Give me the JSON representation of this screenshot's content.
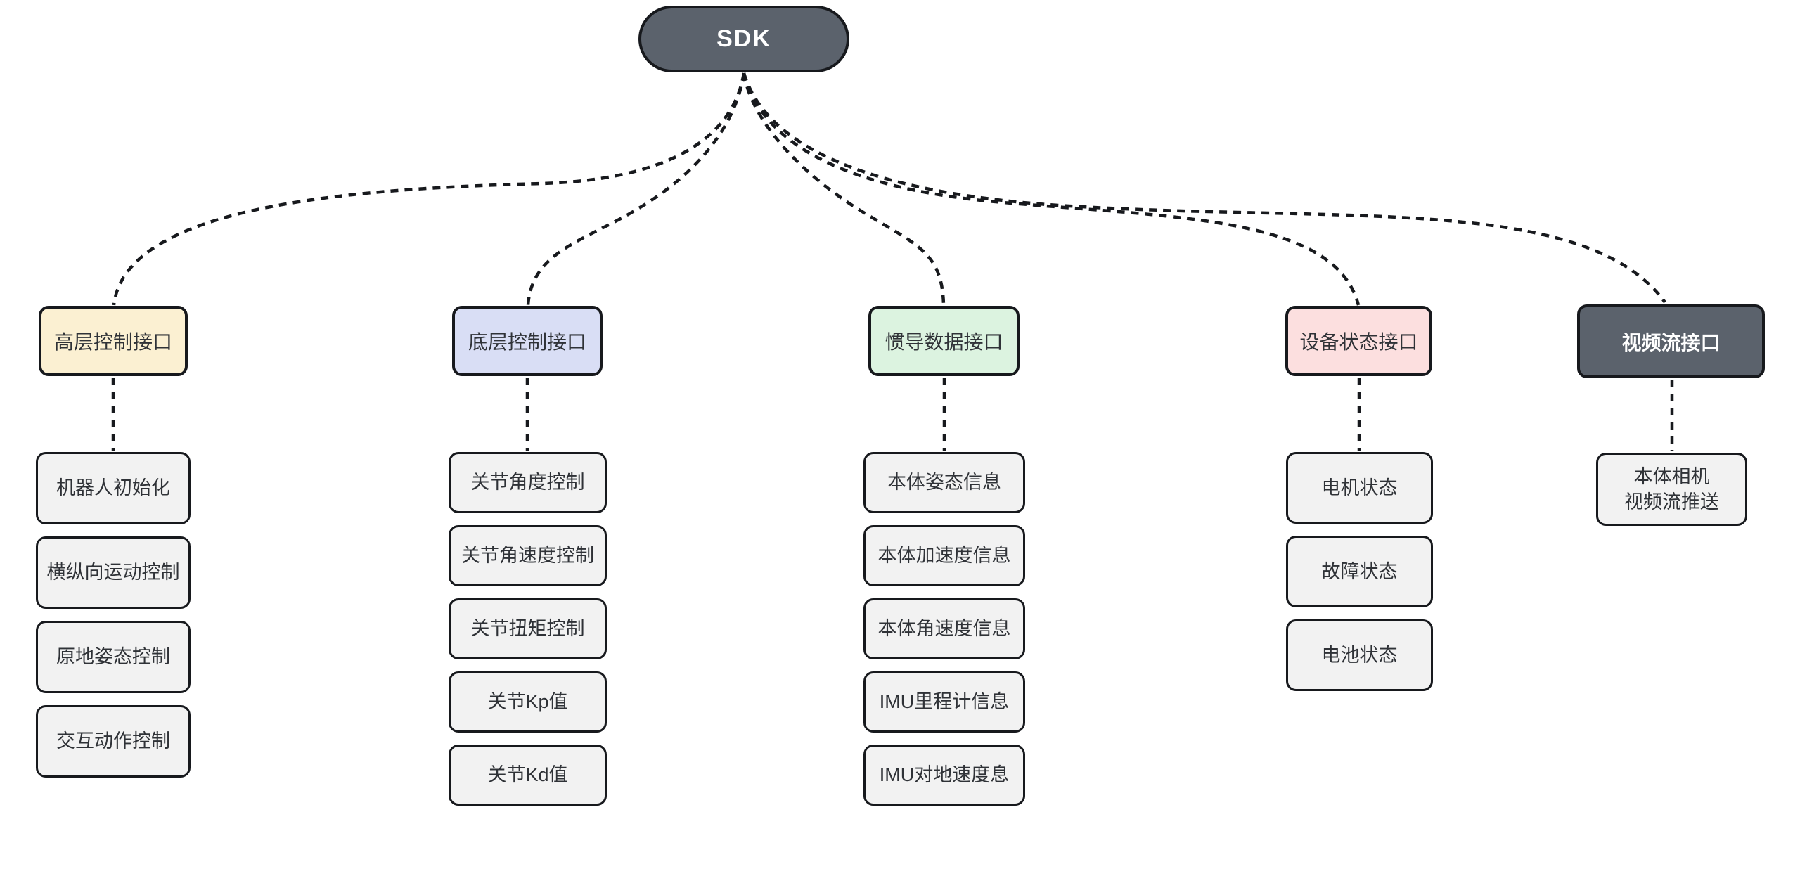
{
  "diagram": {
    "root": {
      "label": "SDK"
    },
    "branches": [
      {
        "label": "高层控制接口",
        "fill": "#fbf0d2",
        "children": [
          "机器人初始化",
          "横纵向运动控制",
          "原地姿态控制",
          "交互动作控制"
        ]
      },
      {
        "label": "底层控制接口",
        "fill": "#d9def5",
        "children": [
          "关节角度控制",
          "关节角速度控制",
          "关节扭矩控制",
          "关节Kp值",
          "关节Kd值"
        ]
      },
      {
        "label": "惯导数据接口",
        "fill": "#dcf3e0",
        "children": [
          "本体姿态信息",
          "本体加速度信息",
          "本体角速度信息",
          "IMU里程计信息",
          "IMU对地速度息"
        ]
      },
      {
        "label": "设备状态接口",
        "fill": "#fcdfdf",
        "children": [
          "电机状态",
          "故障状态",
          "电池状态"
        ]
      },
      {
        "label": "视频流接口",
        "fill": "#5b626c",
        "children": [
          "本体相机\n视频流推送"
        ]
      }
    ],
    "colors": {
      "background": "#ffffff",
      "root_fill": "#5b626c",
      "root_text": "#ffffff",
      "child_fill": "#f2f2f2",
      "border": "#17191d",
      "connector": "#17191d",
      "text": "#2f3237"
    },
    "connector_style": "dashed"
  }
}
